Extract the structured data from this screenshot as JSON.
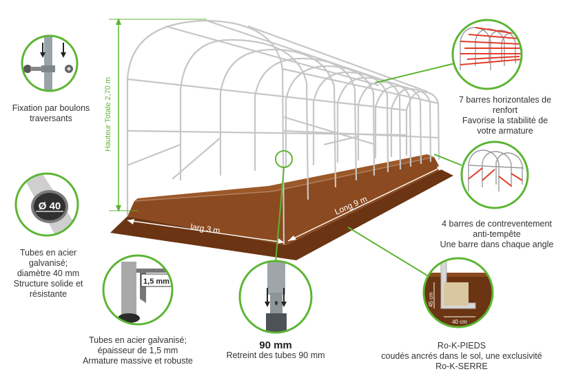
{
  "colors": {
    "accent": "#5cb533",
    "soil": "#8b4a1f",
    "frame": "#c8c8c8",
    "red": "#e23a2a"
  },
  "dimensions": {
    "height": "Hauteur Totale 2,70 m",
    "width": "larg 3 m",
    "length": "Long 9 m"
  },
  "callouts": {
    "bolts": {
      "icon": "bolt-icon",
      "lines": [
        "Fixation par boulons",
        "traversants"
      ]
    },
    "tube_diameter": {
      "icon": "tube-section-icon",
      "badge": "Ø 40",
      "lines": [
        "Tubes en acier",
        "galvanisé;",
        "diamètre 40 mm",
        "Structure solide et",
        "résistante"
      ]
    },
    "thickness": {
      "icon": "caliper-icon",
      "badge": "1,5 mm",
      "lines": [
        "Tubes en acier galvanisé;",
        "épaisseur de 1,5 mm",
        "Armature massive et robuste"
      ]
    },
    "swage": {
      "icon": "swaged-tube-icon",
      "value": "90 mm",
      "lines": [
        "Retreint des tubes 90 mm"
      ]
    },
    "feet": {
      "icon": "anchor-foot-icon",
      "height_label": "45 cm",
      "width_label": "40 cm",
      "lines": [
        "Ro-K-PIEDS",
        "coudés ancrés dans le sol, une exclusivité",
        "Ro-K-SERRE"
      ]
    },
    "horizontal_bars": {
      "icon": "greenhouse-frame-red-bars-icon",
      "lines": [
        "7 barres horizontales de",
        "renfort",
        "Favorise la stabilité de",
        "votre armature"
      ]
    },
    "bracing": {
      "icon": "greenhouse-bracing-icon",
      "lines": [
        "4 barres de contreventement",
        "anti-tempête",
        "Une barre dans chaque angle"
      ]
    }
  }
}
